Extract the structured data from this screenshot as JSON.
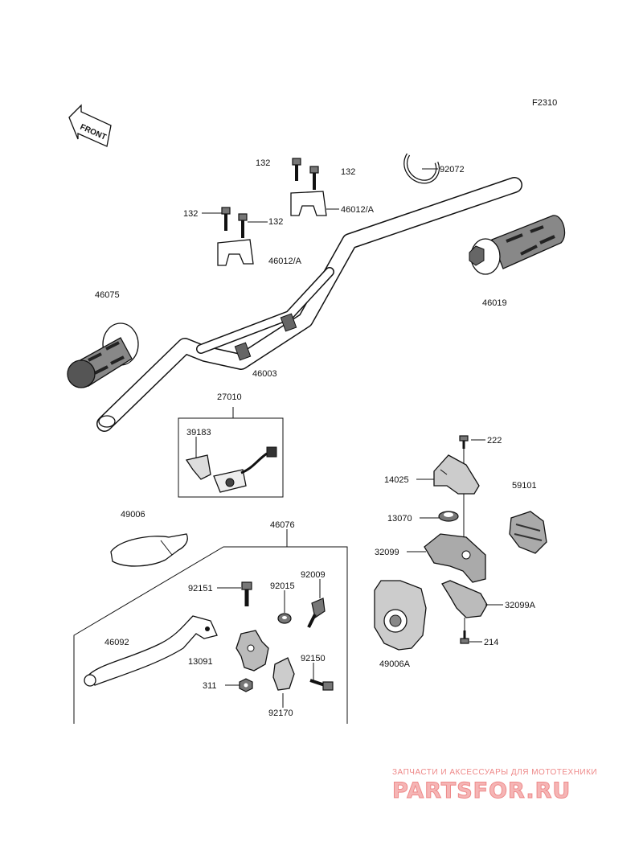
{
  "diagram": {
    "figure_code": "F2310",
    "front_label": "FRONT",
    "labels": {
      "p132_a": "132",
      "p132_b": "132",
      "p132_c": "132",
      "p132_d": "132",
      "p92072": "92072",
      "p46012a_top": "46012/A",
      "p46012a_bottom": "46012/A",
      "p46075": "46075",
      "p46019": "46019",
      "p46003": "46003",
      "p27010": "27010",
      "p39183": "39183",
      "p222": "222",
      "p14025": "14025",
      "p59101": "59101",
      "p13070": "13070",
      "p32099": "32099",
      "p32099a": "32099A",
      "p214": "214",
      "p49006a": "49006A",
      "p49006": "49006",
      "p46076": "46076",
      "p92009": "92009",
      "p92151": "92151",
      "p92015": "92015",
      "p46092": "46092",
      "p13091": "13091",
      "p92150": "92150",
      "p311": "311",
      "p92170": "92170"
    }
  },
  "watermark": {
    "tagline": "ЗАПЧАСТИ И АКСЕССУАРЫ ДЛЯ МОТОТЕХНИКИ",
    "brand": "PARTSFOR.RU"
  }
}
